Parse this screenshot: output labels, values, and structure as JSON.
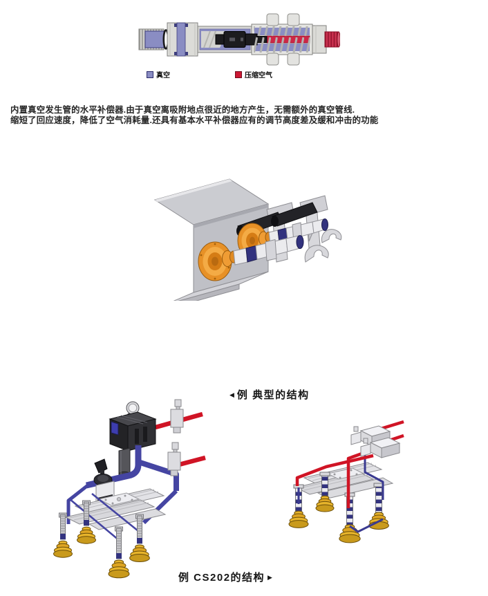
{
  "legend": {
    "vacuum": {
      "label": "真空",
      "color": "#8a8dc3"
    },
    "compressed_air": {
      "label": "压缩空气",
      "color": "#cc1733"
    }
  },
  "description": {
    "line1": "内置真空发生管的水平补偿器.由于真空离吸附地点很近的地方产生，无需额外的真空管线.",
    "line2": "缩短了回应速度，降低了空气消耗量.还具有基本水平补偿器应有的调节高度差及缓和冲击的功能"
  },
  "captions": {
    "typical_marker": "◀",
    "typical_label": "例 典型的结构",
    "cs202_label": "例 CS202的结构",
    "cs202_marker": "▶"
  },
  "colors": {
    "vacuum_tube": "#4545a2",
    "air_tube": "#d01425",
    "suction_cup": "#e7b42b"
  }
}
